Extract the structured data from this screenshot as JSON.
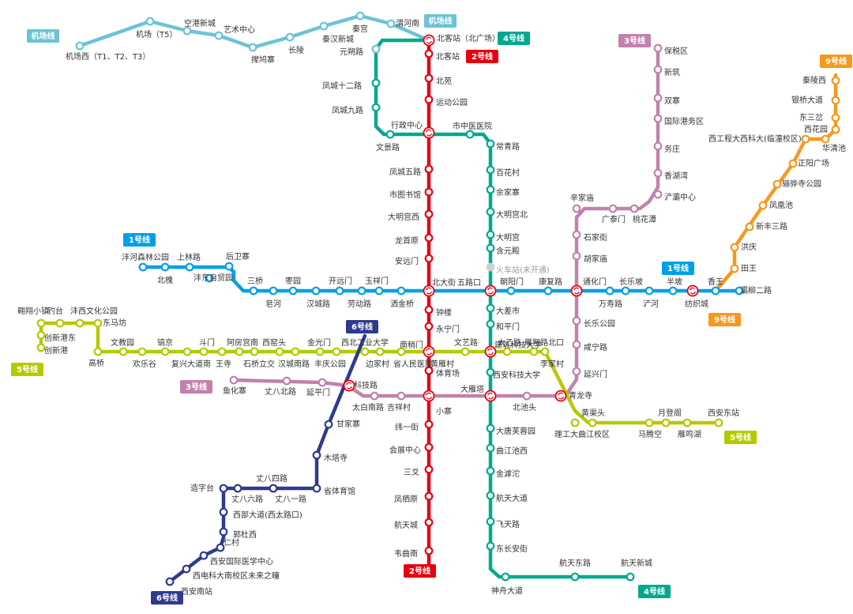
{
  "lines": {
    "L1": {
      "badge": "1号线",
      "color": "#00a0e9"
    },
    "L2": {
      "badge": "2号线",
      "color": "#e60012"
    },
    "L3": {
      "badge": "3号线",
      "color": "#c281ad"
    },
    "L4": {
      "badge": "4号线",
      "color": "#00a98f"
    },
    "L5": {
      "badge": "5号线",
      "color": "#b5c900"
    },
    "L6": {
      "badge": "6号线",
      "color": "#2f3a8f"
    },
    "L9": {
      "badge": "9号线",
      "color": "#f7981d"
    },
    "AP": {
      "badge": "机场线",
      "color": "#6cc3d5"
    }
  },
  "stations": {
    "ap_jichangxi": "机场西（T1、T2、T3）",
    "ap_jichang_t5": "机场（T5）",
    "ap_konggang": "空港新城",
    "ap_yishu": "艺术中心",
    "ap_banpo": "撵鸠寨",
    "ap_changling": "长陵",
    "ap_qinhan": "秦汉新城",
    "ap_qingong": "秦宫",
    "ap_qingnan": "渭河南",
    "ap_yuanshuo": "元朔路",
    "l2_beikezhan": "北客站（北广场）",
    "l2_beikezhan2": "北客站",
    "l2_beiyuan": "北苑",
    "l2_yundong": "运动公园",
    "l2_xingzheng": "行政中心",
    "l2_fengcheng5": "凤城五路",
    "l2_shitushu": "市图书馆",
    "l2_damingguanxi": "大明宫西",
    "l2_longshouyuan": "龙首原",
    "l2_anyuanmen": "安远门",
    "l2_beidajie": "北大街",
    "l2_zhonglou": "钟楼",
    "l2_yongningmen": "永宁门",
    "l2_nanshaomen": "南稍门",
    "l2_tiyuchang": "体育场",
    "l2_xiaozhai": "小寨",
    "l2_weiyijie": "纬一街",
    "l2_huizhan": "会展中心",
    "l2_sanyao": "三爻",
    "l2_fengqiyuan": "凤栖原",
    "l2_hangtiancheng": "航天城",
    "l2_weiqunan": "韦曲南",
    "l4_fc12": "凤城十二路",
    "l4_fc9": "凤城九路",
    "l4_wenjinglu": "文景路",
    "l4_shizhongyiyuan": "市中医医院",
    "l4_changqinglu": "常青路",
    "l4_baihuacun": "百花村",
    "l4_yujiazhai": "余家寨",
    "l4_damingguanbei": "大明宫北",
    "l4_damingguan": "大明宫",
    "l4_hanyuandian": "含元殿",
    "l4_huochezhan": "火车站(未开通)",
    "l4_wuluko": "五路口",
    "l4_dachashi": "大差市",
    "l4_hepingmen": "和平门",
    "l4_jianzhu": "建筑科技大学",
    "l4_jiaotongdaxue": "西安科技大学",
    "l4_dayanta": "大雁塔",
    "l4_furongyuan": "大唐芙蓉园",
    "l4_qujiangchi": "曲江池西",
    "l4_jinhusi": "金滹沱",
    "l4_hangtiandadao": "航天大道",
    "l4_feitianlu": "飞天路",
    "l4_dongchang": "东长安街",
    "l4_shenzhou": "神舟大道",
    "l4_hangtiandonglu": "航天东路",
    "l4_hangtianxincheng": "航天新城",
    "l1_fenghe": "沣河森林公园",
    "l1_beiwei": "北槐",
    "l1_shanglin": "上林路",
    "l1_fengdong": "沣东自贸园",
    "l1_houweizhai": "后卫寨",
    "l1_sanqiao": "三桥",
    "l1_zaohe": "皂河",
    "l1_zaoyuan": "枣园",
    "l1_hanchenglu": "汉城路",
    "l1_kaiyuanmen": "开远门",
    "l1_laodonglu": "劳动路",
    "l1_yuxiangmen": "玉祥门",
    "l1_sajinqiao": "洒金桥",
    "l1_chaoyangmen": "朝阳门",
    "l1_kangfulu": "康复路",
    "l1_tonghuamen": "通化门",
    "l1_wanshoulu": "万寿路",
    "l1_changlepo": "长乐坡",
    "l1_chanhe": "浐河",
    "l1_banpo": "半坡",
    "l1_fangzhicheng": "纺织城",
    "l1_xiangwang": "香王",
    "l1_bacheng": "灞柳二路",
    "l3_baoshuiqu": "保税区",
    "l3_xinzhu": "新筑",
    "l3_shuangzhai": "双寨",
    "l3_guojigang": "国际港务区",
    "l3_wuzhuang": "务庄",
    "l3_xiangshu": "香湖湾",
    "l3_chanba": "浐灞中心",
    "l3_taohuatan": "桃花潭",
    "l3_guangtaimen": "广泰门",
    "l3_xinjiamiao": "辛家庙",
    "l3_shijiajie": "石家街",
    "l3_hujiamiao": "胡家庙",
    "l3_changlegongyuan": "长乐公园",
    "l3_xianninglu": "咸宁路",
    "l3_yanxingmen": "延兴门",
    "l3_qinglongsi": "青龙寺",
    "l3_beichitou": "北池头",
    "l3_jixiangcun": "吉祥村",
    "l3_taibainan": "太白南路",
    "l3_kejilu": "科技路",
    "l3_yanpingmen": "延平门",
    "l3_zhangbabeilu": "丈八北路",
    "l3_yuhuazhai": "鱼化寨",
    "l5_chuangxingang": "创新港",
    "l5_chuangxingangdong": "创新港东",
    "l5_chouguaxiaozhen": "翱翔小镇",
    "l5_jintai": "钓台",
    "l5_fengxi": "沣西文化公园",
    "l5_dongmafang": "东马坊",
    "l5_gaoqiao": "高桥",
    "l5_wenzhengyuan": "文教园",
    "l5_huanletai": "欢乐谷",
    "l5_gaojing": "镐京",
    "l5_fuxingdadao": "复兴大道南",
    "l5_doumen": "斗门",
    "l5_wangsi": "王寺",
    "l5_afanggong": "阿房宫南",
    "l5_shishilizhao": "石桥立交",
    "l5_xituotou": "西窑头",
    "l5_hanchengnanlu": "汉城南路",
    "l5_jinguangmen": "金光门",
    "l5_fengqinggongyuan": "丰庆公园",
    "l5_xibeigongye": "西北工业大学",
    "l5_bianjiacun": "边家村",
    "l5_shengrenmin": "省人民医院",
    "l5_huangyancun": "黄雁村",
    "l5_wenyilu": "文艺路",
    "l5_taiyilu": "太乙路",
    "l5_yanxianglu": "雁翔路北口",
    "l5_lijiacun": "李家村",
    "l5_huangqutou": "黄渠头",
    "l5_ligongda": "理工大曲江校区",
    "l5_yuedengge": "月登阁",
    "l5_leizhuangkou": "马腾空",
    "l5_yanminghu": "雁鸣湖",
    "l5_xiandongzhan": "西安东站",
    "l6_ganjiazhai": "甘家寨",
    "l6_mutasi": "木塔寺",
    "l6_shengtiyuguan": "省体育馆",
    "l6_wenbasilu": "丈八四路",
    "l6_wenbaliulu": "丈八六路",
    "l6_wenbayilu": "丈八一路",
    "l6_zaozicun": "造字台",
    "l6_xibudadao": "西部大道(西太路口)",
    "l6_guodu": "郭杜西",
    "l6_rencun": "仁村",
    "l6_guoji": "西安国际医学中心",
    "l6_xidian": "西电科大南校区未来之瞳",
    "l6_xiannanzhan": "西安南站",
    "l9_qinlingxi": "秦陵西",
    "l9_yinqiao": "银桥大道",
    "l9_dongsanyue": "东三岔",
    "l9_xiquanyuan": "西花园",
    "l9_huaqingchi": "华清池",
    "l9_xigongcheng": "西工程大西科大(临潼校区)",
    "l9_zhengyang": "正阳广场",
    "l9_furongyu": "骊骅寺公园",
    "l9_fenghuangchi": "凤凰池",
    "l9_xinfengsanlu": "新丰三路",
    "l9_hongqing": "洪庆",
    "l9_tianwang": "田王"
  }
}
